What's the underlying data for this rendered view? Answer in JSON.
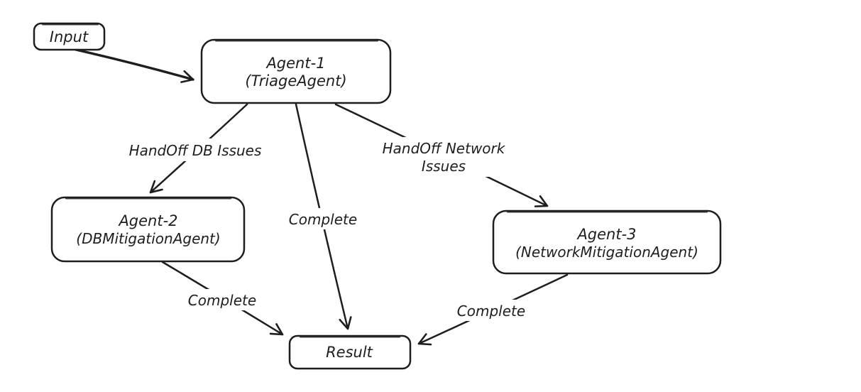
{
  "diagram": {
    "background": "#ffffff",
    "stroke_color": "#1e1e1e",
    "style": "hand-drawn-sketch",
    "nodes": {
      "input": {
        "label": "Input"
      },
      "agent1": {
        "title": "Agent-1",
        "subtitle": "(TriageAgent)"
      },
      "agent2": {
        "title": "Agent-2",
        "subtitle": "(DBMitigationAgent)"
      },
      "agent3": {
        "title": "Agent-3",
        "subtitle": "(NetworkMitigationAgent)"
      },
      "result": {
        "label": "Result"
      }
    },
    "edges": {
      "input_to_agent1": {
        "label": ""
      },
      "agent1_to_agent2": {
        "label": "HandOff DB Issues"
      },
      "agent1_to_agent3": {
        "label_line1": "HandOff Network",
        "label_line2": "Issues"
      },
      "agent1_to_result": {
        "label": "Complete"
      },
      "agent2_to_result": {
        "label": "Complete"
      },
      "agent3_to_result": {
        "label": "Complete"
      }
    }
  }
}
